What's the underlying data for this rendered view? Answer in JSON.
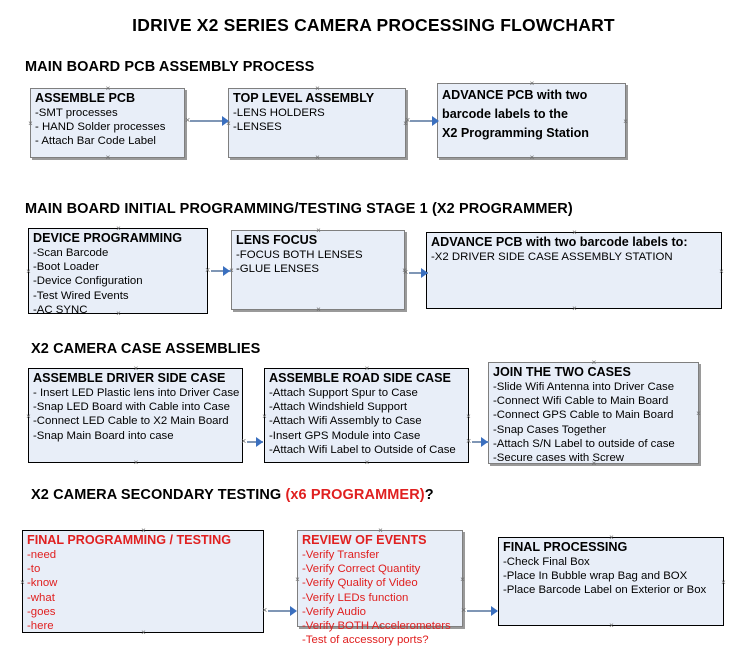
{
  "document": {
    "title": "IDRIVE X2  SERIES CAMERA PROCESSING FLOWCHART"
  },
  "sections": [
    {
      "heading": "MAIN BOARD PCB ASSEMBLY PROCESS",
      "heading_red": "",
      "heading_suffix": "",
      "boxes": [
        {
          "title": "ASSEMBLE PCB",
          "lines": [
            "-SMT processes",
            "- HAND Solder processes",
            "- Attach Bar Code Label"
          ]
        },
        {
          "title": "TOP LEVEL ASSEMBLY",
          "lines": [
            "-LENS HOLDERS",
            "-LENSES"
          ]
        },
        {
          "title": "ADVANCE PCB with two",
          "lines": [
            "barcode labels to the",
            " X2 Programming Station"
          ]
        }
      ]
    },
    {
      "heading": "MAIN BOARD INITIAL PROGRAMMING/TESTING STAGE 1 (X2 PROGRAMMER)",
      "heading_red": "",
      "heading_suffix": "",
      "boxes": [
        {
          "title": "DEVICE PROGRAMMING",
          "lines": [
            "-Scan Barcode",
            "-Boot Loader",
            "-Device Configuration",
            "-Test Wired Events",
            "-AC SYNC"
          ]
        },
        {
          "title": "LENS FOCUS",
          "lines": [
            "-FOCUS BOTH LENSES",
            "-GLUE LENSES"
          ]
        },
        {
          "title": "ADVANCE PCB with two barcode labels to:",
          "lines": [
            "-X2 DRIVER  SIDE  CASE  ASSEMBLY STATION"
          ]
        }
      ]
    },
    {
      "heading": "X2 CAMERA CASE ASSEMBLIES",
      "heading_red": "",
      "heading_suffix": "",
      "boxes": [
        {
          "title": "ASSEMBLE DRIVER SIDE CASE",
          "lines": [
            "- Insert LED Plastic lens into Driver Case",
            "-Snap LED Board with Cable into Case",
            "-Connect LED Cable to X2 Main Board",
            "-Snap Main Board into case"
          ]
        },
        {
          "title": "ASSEMBLE ROAD SIDE CASE",
          "lines": [
            "-Attach Support Spur to Case",
            "-Attach Windshield Support",
            "-Attach Wifi Assembly to Case",
            "-Insert GPS Module into Case",
            "-Attach Wifi Label to Outside of Case"
          ]
        },
        {
          "title": "JOIN THE TWO CASES",
          "lines": [
            "-Slide Wifi Antenna into Driver Case",
            "-Connect Wifi Cable to Main Board",
            "-Connect GPS Cable to Main Board",
            "-Snap Cases Together",
            "-Attach S/N Label to outside of case",
            "-Secure cases with Screw"
          ]
        }
      ]
    },
    {
      "heading": "X2 CAMERA SECONDARY TESTING ",
      "heading_red": "(x6 PROGRAMMER)",
      "heading_suffix": "?",
      "boxes": [
        {
          "title": "FINAL PROGRAMMING / TESTING",
          "lines": [
            "-need",
            "-to",
            "-know",
            "-what",
            "-goes",
            "-here"
          ]
        },
        {
          "title": "REVIEW OF EVENTS",
          "lines": [
            "-Verify Transfer",
            "-Verify Correct Quantity",
            "-Verify Quality of Video",
            "-Verify LEDs function",
            "-Verify Audio",
            "-Verify BOTH Accelerometers",
            "-Test of accessory ports?"
          ]
        },
        {
          "title": "FINAL PROCESSING",
          "lines": [
            " -Check Final Box",
            "-Place In Bubble wrap Bag and BOX",
            "-Place Barcode Label on Exterior or Box"
          ]
        }
      ]
    }
  ],
  "colors": {
    "box_fill": "#e8eef8",
    "box_border": "#000000",
    "accent_red": "#e02020",
    "connector": "#7f96b5",
    "arrowhead": "#3a6fbf"
  }
}
